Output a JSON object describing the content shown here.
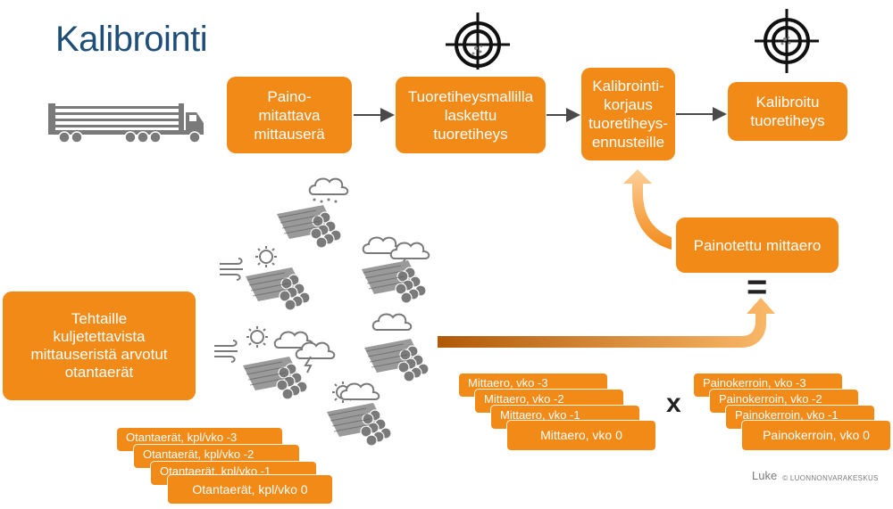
{
  "title": "Kalibrointi",
  "flow": {
    "box1": "Paino-\nmitattava\nmittauserä",
    "box2": "Tuoretiheysmallilla\nlaskettu\ntuoretiheys",
    "box3": "Kalibrointi-\nkorjaus\ntuoretiheys-\nennusteille",
    "box4": "Kalibroitu\ntuoretiheys",
    "weighted": "Painotettu mittaero",
    "sampling": "Tehtaille\nkuljetettavista\nmittauseristä arvotut\notantaerät"
  },
  "operators": {
    "equals": "=",
    "times": "x"
  },
  "otanta": [
    "Otantaerät, kpl/vko -3",
    "Otantaerät, kpl/vko -2",
    "Otantaerät, kpl/vko -1",
    "Otantaerät, kpl/vko 0"
  ],
  "mittaero": [
    "Mittaero, vko -3",
    "Mittaero, vko -2",
    "Mittaero, vko -1",
    "Mittaero, vko 0"
  ],
  "painokerroin": [
    "Painokerroin, vko -3",
    "Painokerroin, vko -2",
    "Painokerroin, vko -1",
    "Painokerroin, vko 0"
  ],
  "logo": {
    "name": "Luke",
    "org": "© LUONNONVARAKESKUS"
  },
  "colors": {
    "orange": "#f28a18",
    "title": "#1f4e79",
    "icon": "#7a7a7a"
  },
  "icons": [
    "log-truck-icon",
    "target-icon",
    "cloud-icon",
    "sun-icon",
    "wind-icon",
    "snow-icon",
    "rain-icon",
    "lightning-icon",
    "log-pile-icon"
  ]
}
